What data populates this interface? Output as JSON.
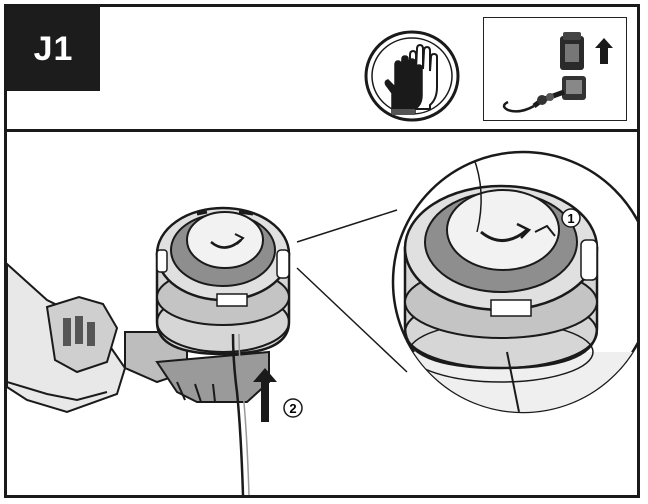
{
  "step": {
    "label": "J1"
  },
  "icons": {
    "gloves": "gloves-icon",
    "battery": "battery-removal-icon",
    "arrow": "arrow-up-icon"
  },
  "callouts": {
    "one": "1",
    "two": "2"
  },
  "colors": {
    "line": "#1a1a1a",
    "label_bg": "#1c1c1c",
    "shade": "#9a9a9a",
    "light": "#e6e6e6"
  }
}
